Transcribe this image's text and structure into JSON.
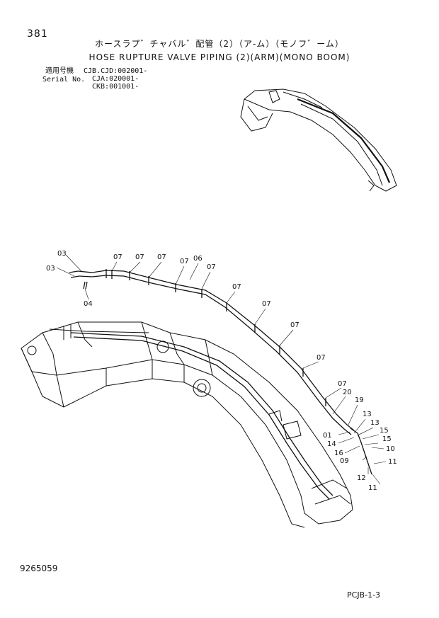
{
  "page_number": "381",
  "title_jp": "ホースラプ゛チャバル゛配管（2）（ア-ム）（モノフ゛ーム）",
  "title_en": "HOSE RUPTURE VALVE PIPING (2)(ARM)(MONO BOOM)",
  "serial": {
    "label_jp": "適用号機",
    "label_en": "Serial No.",
    "entries": [
      "CJB.CJD:002001-",
      "CJA:020001-",
      "CKB:001001-"
    ]
  },
  "callouts": [
    "03",
    "03",
    "04",
    "07",
    "07",
    "07",
    "07",
    "06",
    "07",
    "07",
    "07",
    "07",
    "07",
    "07",
    "20",
    "19",
    "13",
    "13",
    "15",
    "15",
    "01",
    "14",
    "16",
    "10",
    "09",
    "11",
    "12",
    "11"
  ],
  "part_number": "9265059",
  "page_code": "PCJB-1-3"
}
